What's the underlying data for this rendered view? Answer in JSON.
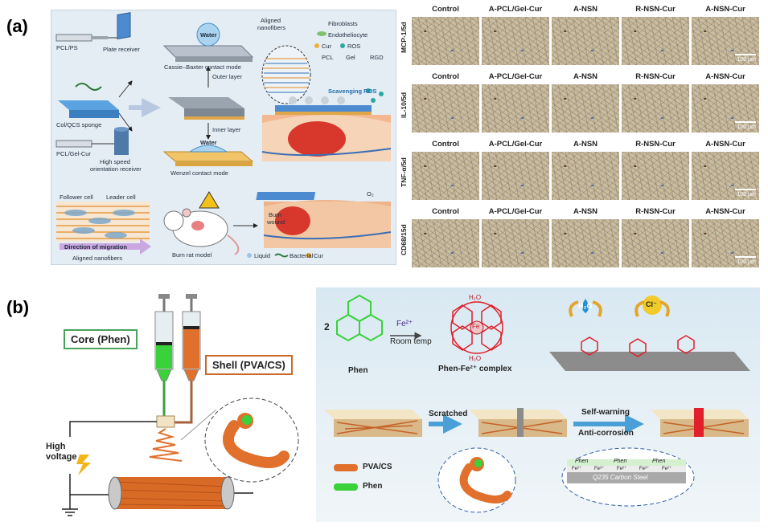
{
  "panel_a": {
    "label": "(a)",
    "schematic": {
      "pcl_ps": "PCL/PS",
      "plate_receiver": "Plate receiver",
      "water_top": "Water",
      "cassie_baxter": "Cassie–Baxter contact mode",
      "outer_layer": "Outer layer",
      "inner_layer": "Inner layer",
      "col_qcs": "Col/QCS sponge",
      "pcl_gel_cur": "PCL/Gel-Cur",
      "high_speed": "High speed",
      "orientation_receiver": "orientation receiver",
      "water_bottom": "Water",
      "wenzel": "Wenzel contact mode",
      "aligned_nanofibers": "Aligned",
      "aligned_nanofibers_2": "nanofibers",
      "legend_fibroblasts": "Fibroblasts",
      "legend_endotheliocyte": "Endotheliocyte",
      "legend_cur": "Cur",
      "legend_ros": "ROS",
      "legend_pcl": "PCL",
      "legend_gel": "Gel",
      "legend_rgd": "RGD",
      "scavenging_ros": "Scavenging ROS",
      "follower_cell": "Follower cell",
      "leader_cell": "Leader cell",
      "direction_of_migration": "Direction of migration",
      "aligned_nanofibers_bottom": "Aligned nanofibers",
      "burn_rat_model": "Burn rat model",
      "burn_wound": "Burn",
      "burn_wound_2": "wound",
      "o2": "O₂",
      "legend_liquid": "Liquid",
      "legend_bacterial": "Bacterial",
      "legend_cur_bottom": "Cur"
    },
    "ihc": {
      "columns": [
        "Control",
        "A-PCL/Gel-Cur",
        "A-NSN",
        "R-NSN-Cur",
        "A-NSN-Cur"
      ],
      "rows": [
        {
          "marker": "MCP-1/5d"
        },
        {
          "marker": "IL-10/5d"
        },
        {
          "marker": "TNF-α/5d"
        },
        {
          "marker": "CD68/15d"
        }
      ],
      "scale_text": "100 μm"
    }
  },
  "panel_b": {
    "label": "(b)",
    "core_label": "Core (Phen)",
    "shell_label": "Shell (PVA/CS)",
    "high_voltage_1": "High",
    "high_voltage_2": "voltage",
    "stoich": "2",
    "fe_reagent": "Fe²⁺",
    "room_temp": "Room temp",
    "phen_name": "Phen",
    "complex_name": "Phen-Fe²⁺ complex",
    "h2o_top": "H₂O",
    "h2o_bottom": "H₂O",
    "fe_center": "Fe",
    "droplet_h2o": "H₂O",
    "droplet_cl": "Cl⁻",
    "scratched": "Scratched",
    "self_warning": "Self-warning",
    "anti_corrosion": "Anti-corrosion",
    "legend_pvacs": "PVA/CS",
    "legend_phen": "Phen",
    "phen_tag": "Phen",
    "fe_ion": "Fe²⁺",
    "steel": "Q235 Carbon Steel",
    "colors": {
      "green": "#39d23a",
      "orange": "#e0702c",
      "red": "#e0202a",
      "blue_drop": "#1f8fd6"
    }
  }
}
